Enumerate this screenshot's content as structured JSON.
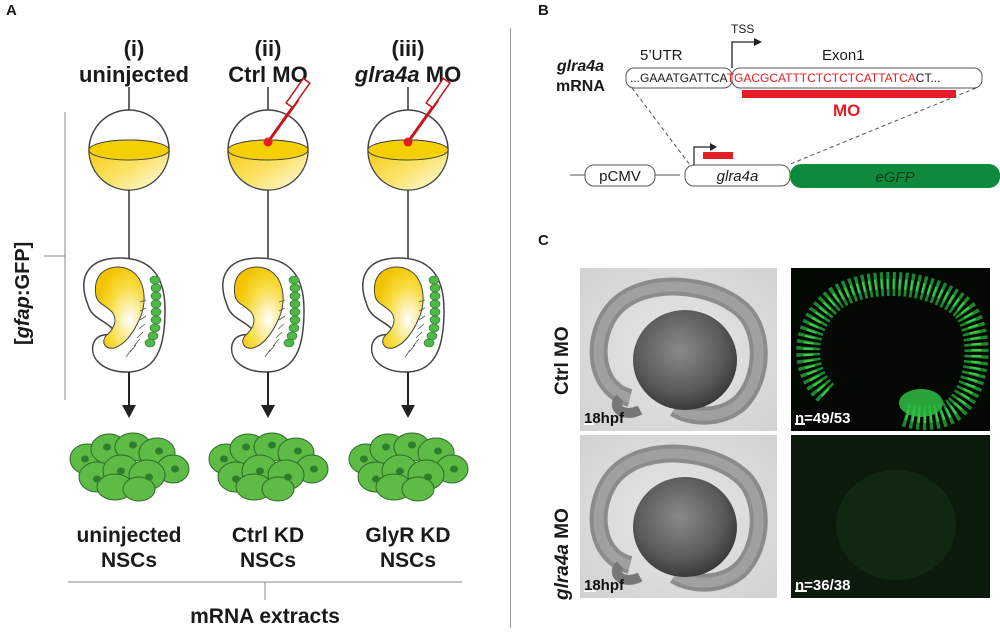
{
  "panelA": {
    "letter": "A",
    "columns": [
      {
        "num": "(i)",
        "name": "uninjected",
        "name_italic": "",
        "name_rest": "",
        "bottom1": "uninjected",
        "bottom2": "NSCs",
        "injected": false
      },
      {
        "num": "(ii)",
        "name": "Ctrl MO",
        "name_italic": "",
        "name_rest": "",
        "bottom1": "Ctrl KD",
        "bottom2": "NSCs",
        "injected": true
      },
      {
        "num": "(iii)",
        "name": "",
        "name_italic": "glra4a",
        "name_rest": " MO",
        "bottom1": "GlyR KD",
        "bottom2": "NSCs",
        "injected": true
      }
    ],
    "side_label_open": "[",
    "side_label_italic": "gfap",
    "side_label_rest": ":GFP]",
    "footer": "mRNA extracts"
  },
  "panelB": {
    "letter": "B",
    "gene_italic": "glra4a",
    "gene_rest": "mRNA",
    "utr_label": "5’UTR",
    "tss_label": "TSS",
    "exon_label": "Exon1",
    "seq_black": "...GAAATGATTCA",
    "seq_red": "TGACGCATTTCTCTCTCATTATCA",
    "seq_end": "CT...",
    "mo_label": "MO",
    "construct": [
      "pCMV",
      "glra4a",
      "eGFP"
    ]
  },
  "panelC": {
    "letter": "C",
    "rows": [
      {
        "label_italic": "",
        "label_rest": "Ctrl MO",
        "stage": "18hpf",
        "count": "n=49/53"
      },
      {
        "label_italic": "glra4a",
        "label_rest": " MO",
        "stage": "18hpf",
        "count": "n=36/38"
      }
    ]
  },
  "colors": {
    "yolk": "#f5d000",
    "cell_green": "#5dbb46",
    "nucleus": "#2e7d2c",
    "red": "#e31e24",
    "egfp": "#0f8a3c"
  }
}
